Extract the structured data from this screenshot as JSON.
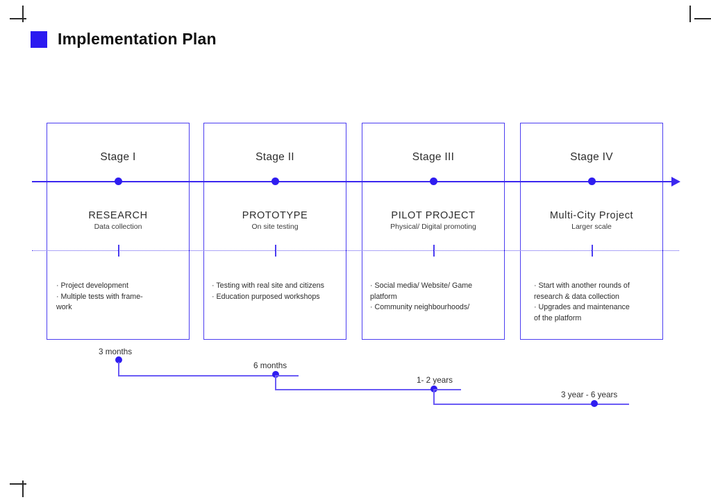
{
  "header": {
    "title": "Implementation Plan",
    "logo_color": "#2b1af0"
  },
  "theme": {
    "accent": "#3b27ef",
    "box_border": "#4b3df0",
    "connector": "#6a5bf5",
    "text": "#2d2d2d"
  },
  "timeline": {
    "arrow_direction": "right"
  },
  "stages": [
    {
      "stage_label": "Stage I",
      "title": "RESEARCH",
      "subtitle": "Data collection",
      "bullets": "· Project development\n· Multiple tests with frame-\nwork",
      "duration": "3 months"
    },
    {
      "stage_label": "Stage II",
      "title": "PROTOTYPE",
      "subtitle": "On site testing",
      "bullets": "· Testing with real site and citizens\n· Education purposed workshops",
      "duration": "6 months"
    },
    {
      "stage_label": "Stage III",
      "title": "PILOT PROJECT",
      "subtitle": "Physical/ Digital promoting",
      "bullets": "· Social media/ Website/ Game\nplatform\n· Community neighbourhoods/",
      "duration": "1- 2 years"
    },
    {
      "stage_label": "Stage IV",
      "title": "Multi-City Project",
      "subtitle": "Larger scale",
      "bullets": "· Start with another rounds of\nresearch & data collection\n· Upgrades and maintenance\nof the platform",
      "duration": "3 year - 6 years"
    }
  ]
}
